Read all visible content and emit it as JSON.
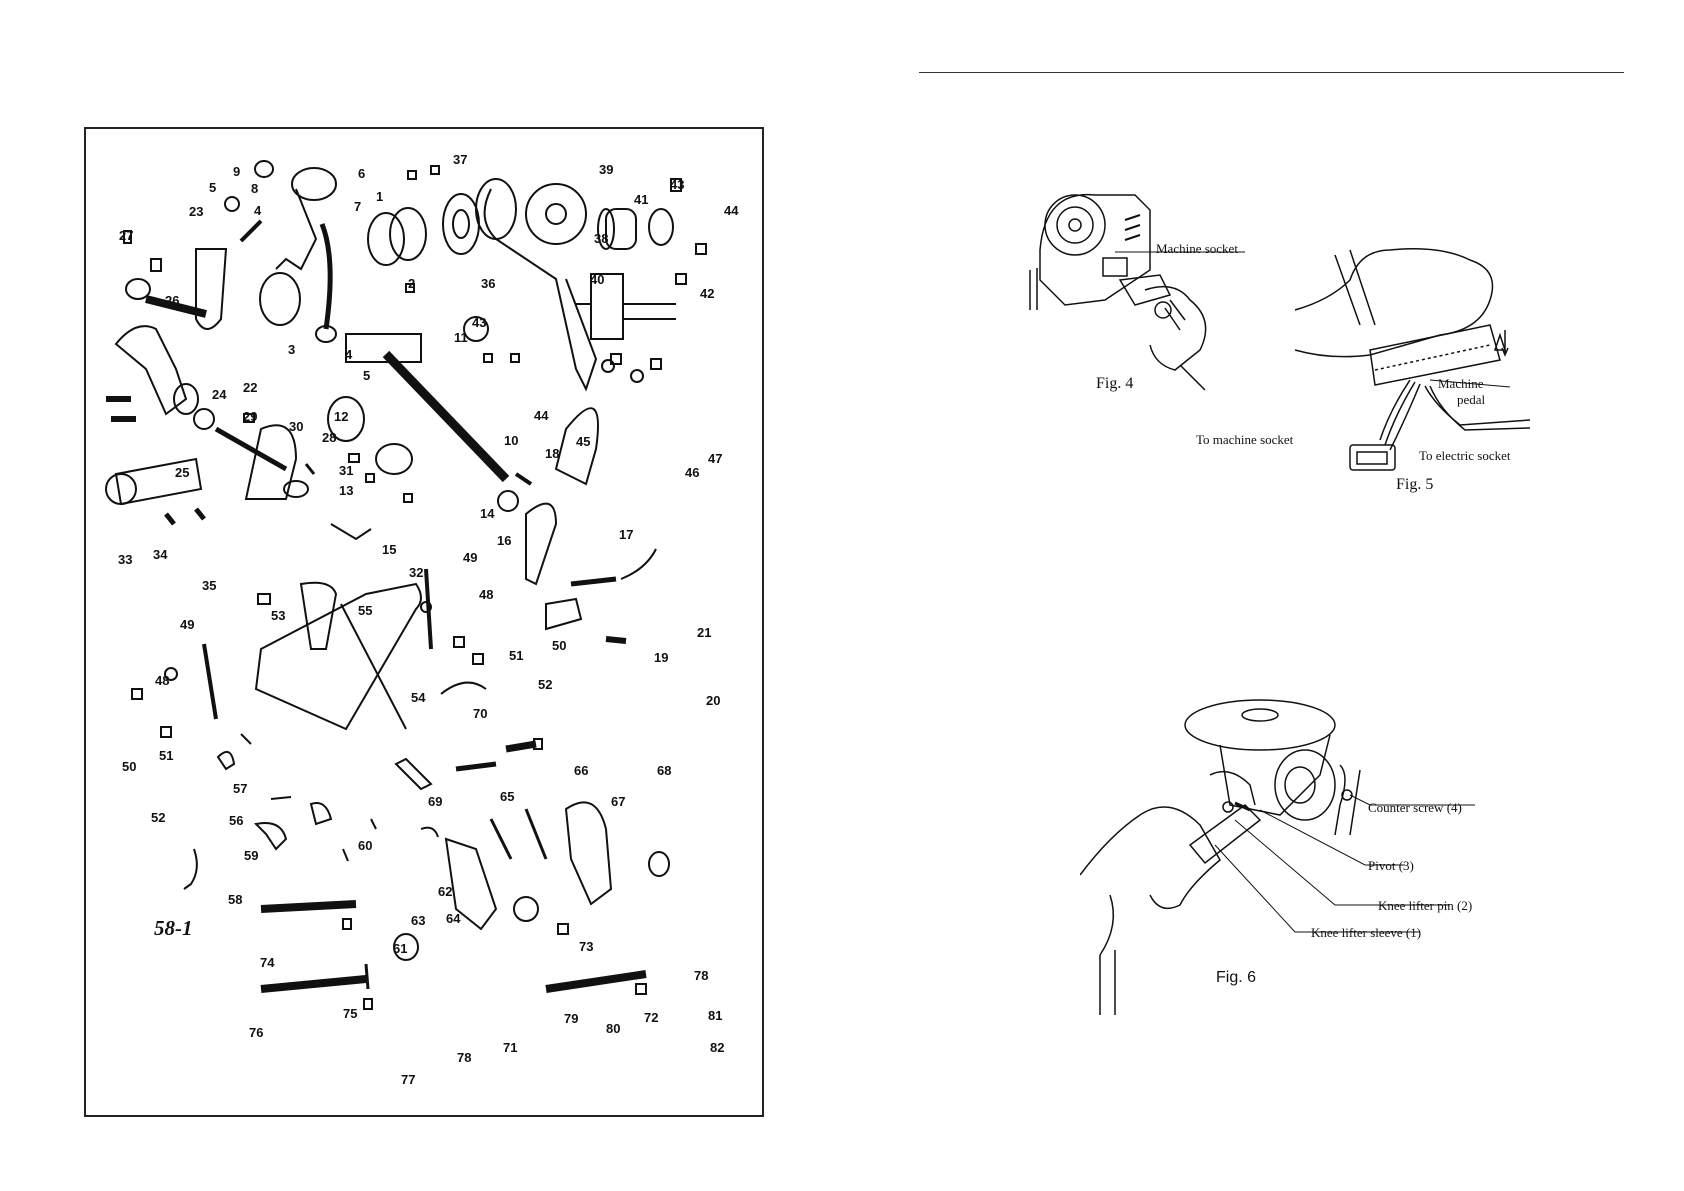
{
  "parts_diagram": {
    "labels": [
      "1",
      "2",
      "3",
      "4",
      "4",
      "5",
      "5",
      "6",
      "7",
      "8",
      "9",
      "10",
      "11",
      "12",
      "13",
      "14",
      "15",
      "16",
      "17",
      "18",
      "19",
      "20",
      "21",
      "22",
      "23",
      "24",
      "25",
      "26",
      "27",
      "28",
      "29",
      "30",
      "31",
      "32",
      "33",
      "34",
      "35",
      "36",
      "37",
      "38",
      "39",
      "40",
      "41",
      "42",
      "43",
      "43",
      "44",
      "44",
      "45",
      "46",
      "47",
      "48",
      "48",
      "49",
      "49",
      "50",
      "50",
      "51",
      "51",
      "52",
      "52",
      "53",
      "54",
      "55",
      "56",
      "57",
      "58",
      "58-1",
      "59",
      "60",
      "61",
      "62",
      "63",
      "64",
      "65",
      "66",
      "67",
      "68",
      "69",
      "70",
      "71",
      "72",
      "73",
      "74",
      "75",
      "76",
      "77",
      "78",
      "78",
      "79",
      "80",
      "81",
      "82"
    ]
  },
  "fig4": {
    "caption": "Fig. 4",
    "machine_socket": "Machine socket"
  },
  "fig5": {
    "caption": "Fig. 5",
    "machine_pedal_line1": "Machine",
    "machine_pedal_line2": "pedal",
    "to_machine_socket": "To machine socket",
    "to_electric_socket": "To electric socket"
  },
  "fig6": {
    "caption": "Fig. 6",
    "counter_screw": "Counter screw (4)",
    "pivot": "Pivot (3)",
    "knee_lifter_pin": "Knee lifter pin (2)",
    "knee_lifter_sleeve": "Knee lifter sleeve (1)"
  }
}
